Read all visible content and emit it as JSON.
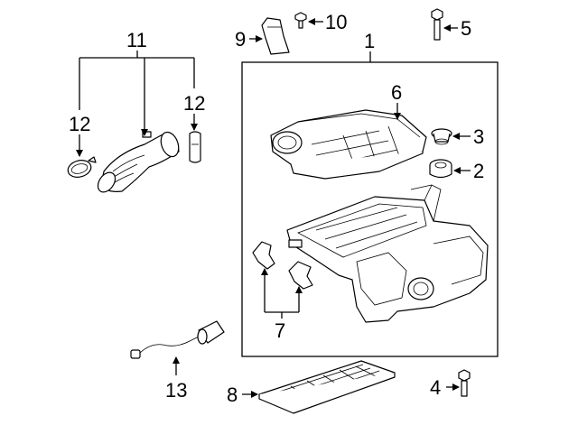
{
  "diagram": {
    "callouts": {
      "c1": "1",
      "c2": "2",
      "c3": "3",
      "c4": "4",
      "c5": "5",
      "c6": "6",
      "c7": "7",
      "c8": "8",
      "c9": "9",
      "c10": "10",
      "c11": "11",
      "c12a": "12",
      "c12b": "12",
      "c13": "13"
    }
  }
}
